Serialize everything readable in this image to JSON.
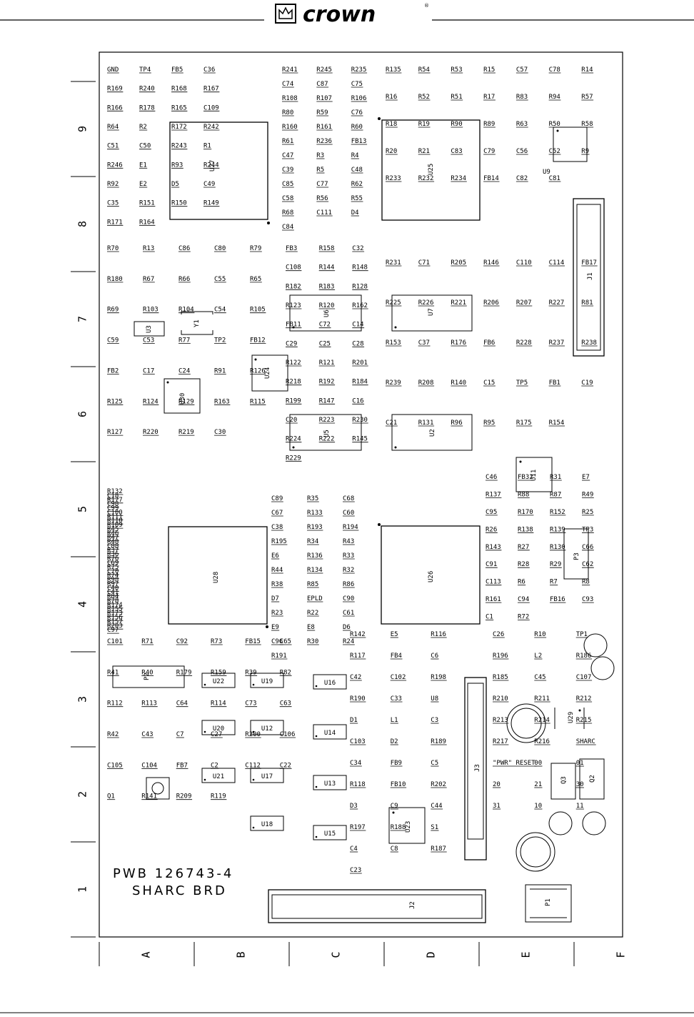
{
  "brand": {
    "name": "crown",
    "trademark": "®"
  },
  "board": {
    "pwb_line": "PWB 126743-4",
    "name_line": "SHARC BRD"
  },
  "grid": {
    "rows": [
      "9",
      "8",
      "7",
      "6",
      "5",
      "4",
      "3",
      "2",
      "1"
    ],
    "columns": [
      "A",
      "B",
      "C",
      "D",
      "E",
      "F"
    ]
  },
  "ics": [
    {
      "ref": "U27"
    },
    {
      "ref": "U25"
    },
    {
      "ref": "U28"
    },
    {
      "ref": "U26"
    },
    {
      "ref": "U6"
    },
    {
      "ref": "U7"
    },
    {
      "ref": "U5"
    },
    {
      "ref": "U2"
    },
    {
      "ref": "U24"
    },
    {
      "ref": "U30"
    },
    {
      "ref": "U3"
    },
    {
      "ref": "Y1"
    },
    {
      "ref": "U11"
    },
    {
      "ref": "U9"
    },
    {
      "ref": "P3"
    },
    {
      "ref": "U22"
    },
    {
      "ref": "U19"
    },
    {
      "ref": "U16"
    },
    {
      "ref": "U20"
    },
    {
      "ref": "U12"
    },
    {
      "ref": "U14"
    },
    {
      "ref": "U21"
    },
    {
      "ref": "U17"
    },
    {
      "ref": "U13"
    },
    {
      "ref": "U18"
    },
    {
      "ref": "U15"
    },
    {
      "ref": "U23"
    },
    {
      "ref": "P2"
    },
    {
      "ref": "Q3"
    },
    {
      "ref": "Q2"
    },
    {
      "ref": "U29"
    },
    {
      "ref": "P1"
    },
    {
      "ref": "J2"
    },
    {
      "ref": "J3"
    },
    {
      "ref": "J1"
    }
  ],
  "components": [
    "GND",
    "TP4",
    "FB5",
    "C36",
    "R169",
    "R240",
    "R168",
    "R167",
    "R166",
    "R178",
    "R165",
    "C109",
    "R64",
    "R2",
    "R172",
    "R242",
    "C51",
    "C50",
    "R243",
    "R1",
    "R246",
    "E1",
    "R93",
    "R244",
    "R92",
    "E2",
    "D5",
    "C49",
    "C35",
    "R151",
    "R150",
    "R149",
    "R171",
    "R164",
    "R241",
    "R245",
    "R235",
    "C74",
    "C87",
    "C75",
    "R108",
    "R107",
    "R106",
    "R80",
    "R59",
    "C76",
    "R160",
    "R161",
    "R60",
    "R61",
    "R236",
    "FB13",
    "C47",
    "R3",
    "R4",
    "C39",
    "R5",
    "C48",
    "C85",
    "C77",
    "R62",
    "C58",
    "R56",
    "R55",
    "R68",
    "C111",
    "D4",
    "C84",
    "R135",
    "R54",
    "R53",
    "R15",
    "C57",
    "C78",
    "R14",
    "R16",
    "R52",
    "R51",
    "R17",
    "R83",
    "R94",
    "R57",
    "R18",
    "R19",
    "R90",
    "R89",
    "R63",
    "R50",
    "R58",
    "R20",
    "R21",
    "C83",
    "C79",
    "C56",
    "C52",
    "R9",
    "R233",
    "R232",
    "R234",
    "FB14",
    "C82",
    "C81",
    "R70",
    "R13",
    "C86",
    "C80",
    "R79",
    "R180",
    "R67",
    "R66",
    "C55",
    "R65",
    "R69",
    "R103",
    "R104",
    "C54",
    "R105",
    "C59",
    "C53",
    "R77",
    "TP2",
    "FB12",
    "FB2",
    "C17",
    "C24",
    "R91",
    "R126",
    "R125",
    "R124",
    "R129",
    "R163",
    "R115",
    "R127",
    "R220",
    "R219",
    "C30",
    "FB3",
    "R158",
    "C32",
    "C108",
    "R144",
    "R148",
    "R182",
    "R183",
    "R128",
    "R123",
    "R120",
    "R162",
    "FB11",
    "C72",
    "C14",
    "C29",
    "C25",
    "C28",
    "R122",
    "R121",
    "R201",
    "R218",
    "R192",
    "R184",
    "R199",
    "R147",
    "C16",
    "C20",
    "R223",
    "R230",
    "R224",
    "R222",
    "R145",
    "R229",
    "R231",
    "C71",
    "R205",
    "R146",
    "C110",
    "C114",
    "FB17",
    "R225",
    "R226",
    "R221",
    "R206",
    "R207",
    "R227",
    "R81",
    "R153",
    "C37",
    "R176",
    "FB6",
    "R228",
    "R237",
    "R238",
    "R239",
    "R208",
    "R140",
    "C15",
    "TP5",
    "FB1",
    "C19",
    "C21",
    "R131",
    "R96",
    "R95",
    "R175",
    "R154",
    "R132",
    "C18",
    "R177",
    "C98",
    "C99",
    "C100",
    "R111",
    "R110",
    "R109",
    "R45",
    "R46",
    "R47",
    "R48",
    "C88",
    "R37",
    "R36",
    "R76",
    "C69",
    "R75",
    "C70",
    "R74",
    "R98",
    "R97",
    "C40",
    "C41",
    "R84",
    "R78",
    "R174",
    "R155",
    "R173",
    "R156",
    "R157",
    "R203",
    "C97",
    "C89",
    "R35",
    "C68",
    "C67",
    "R133",
    "C60",
    "C38",
    "R193",
    "R194",
    "R195",
    "R34",
    "R43",
    "E6",
    "R136",
    "R33",
    "R44",
    "R134",
    "R32",
    "R38",
    "R85",
    "R86",
    "D7",
    "EPLD",
    "C90",
    "R23",
    "R22",
    "C61",
    "E9",
    "E8",
    "D6",
    "C96",
    "R30",
    "R24",
    "R191",
    "C46",
    "FB32",
    "R31",
    "E7",
    "R137",
    "R88",
    "R87",
    "R49",
    "C95",
    "R170",
    "R152",
    "R25",
    "R26",
    "R138",
    "R139",
    "TP3",
    "R143",
    "R27",
    "R130",
    "C66",
    "C91",
    "R28",
    "R29",
    "C62",
    "C113",
    "R6",
    "R7",
    "R8",
    "R161",
    "C94",
    "FB16",
    "C93",
    "C1",
    "R72",
    "C101",
    "R71",
    "C92",
    "R73",
    "FB15",
    "C65",
    "R41",
    "R40",
    "R179",
    "R159",
    "R39",
    "R82",
    "R112",
    "R113",
    "C64",
    "R114",
    "C73",
    "C63",
    "R42",
    "C43",
    "C7",
    "C27",
    "R200",
    "C106",
    "C105",
    "C104",
    "FB7",
    "C2",
    "C112",
    "C22",
    "Q1",
    "R141",
    "R209",
    "R119",
    "R142",
    "E5",
    "R116",
    "R117",
    "FB4",
    "C6",
    "C42",
    "C102",
    "R198",
    "R190",
    "C33",
    "U8",
    "D1",
    "L1",
    "C3",
    "C103",
    "D2",
    "R189",
    "C34",
    "FB9",
    "C5",
    "R118",
    "FB10",
    "R202",
    "D3",
    "C9",
    "C44",
    "R197",
    "R188",
    "S1",
    "C4",
    "C8",
    "R187",
    "C23",
    "C26",
    "R10",
    "TP1",
    "R196",
    "L2",
    "R186",
    "R185",
    "C45",
    "C107",
    "R210",
    "R211",
    "R212",
    "R213",
    "R214",
    "R215",
    "R217",
    "R216",
    "SHARC",
    "\"PWR\" RESET",
    "00",
    "01",
    "20",
    "21",
    "30",
    "31",
    "10",
    "11"
  ]
}
